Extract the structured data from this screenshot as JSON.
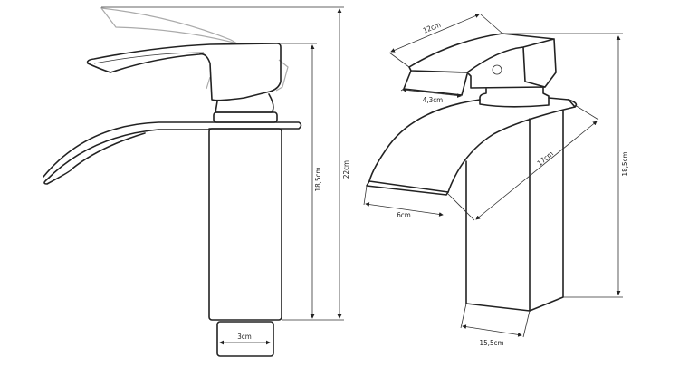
{
  "title": "Faucet technical drawing with dimensions",
  "side_view": {
    "dimensions": {
      "base_width": "3cm",
      "body_height": "18,5cm",
      "total_height": "22cm"
    }
  },
  "perspective_view": {
    "dimensions": {
      "handle_length": "12cm",
      "handle_width": "4,3cm",
      "spout_length": "17cm",
      "spout_width": "6cm",
      "base_depth": "15,5cm",
      "height": "18,5cm"
    }
  },
  "colors": {
    "line": "#222222",
    "ghost": "#aaaaaa"
  }
}
